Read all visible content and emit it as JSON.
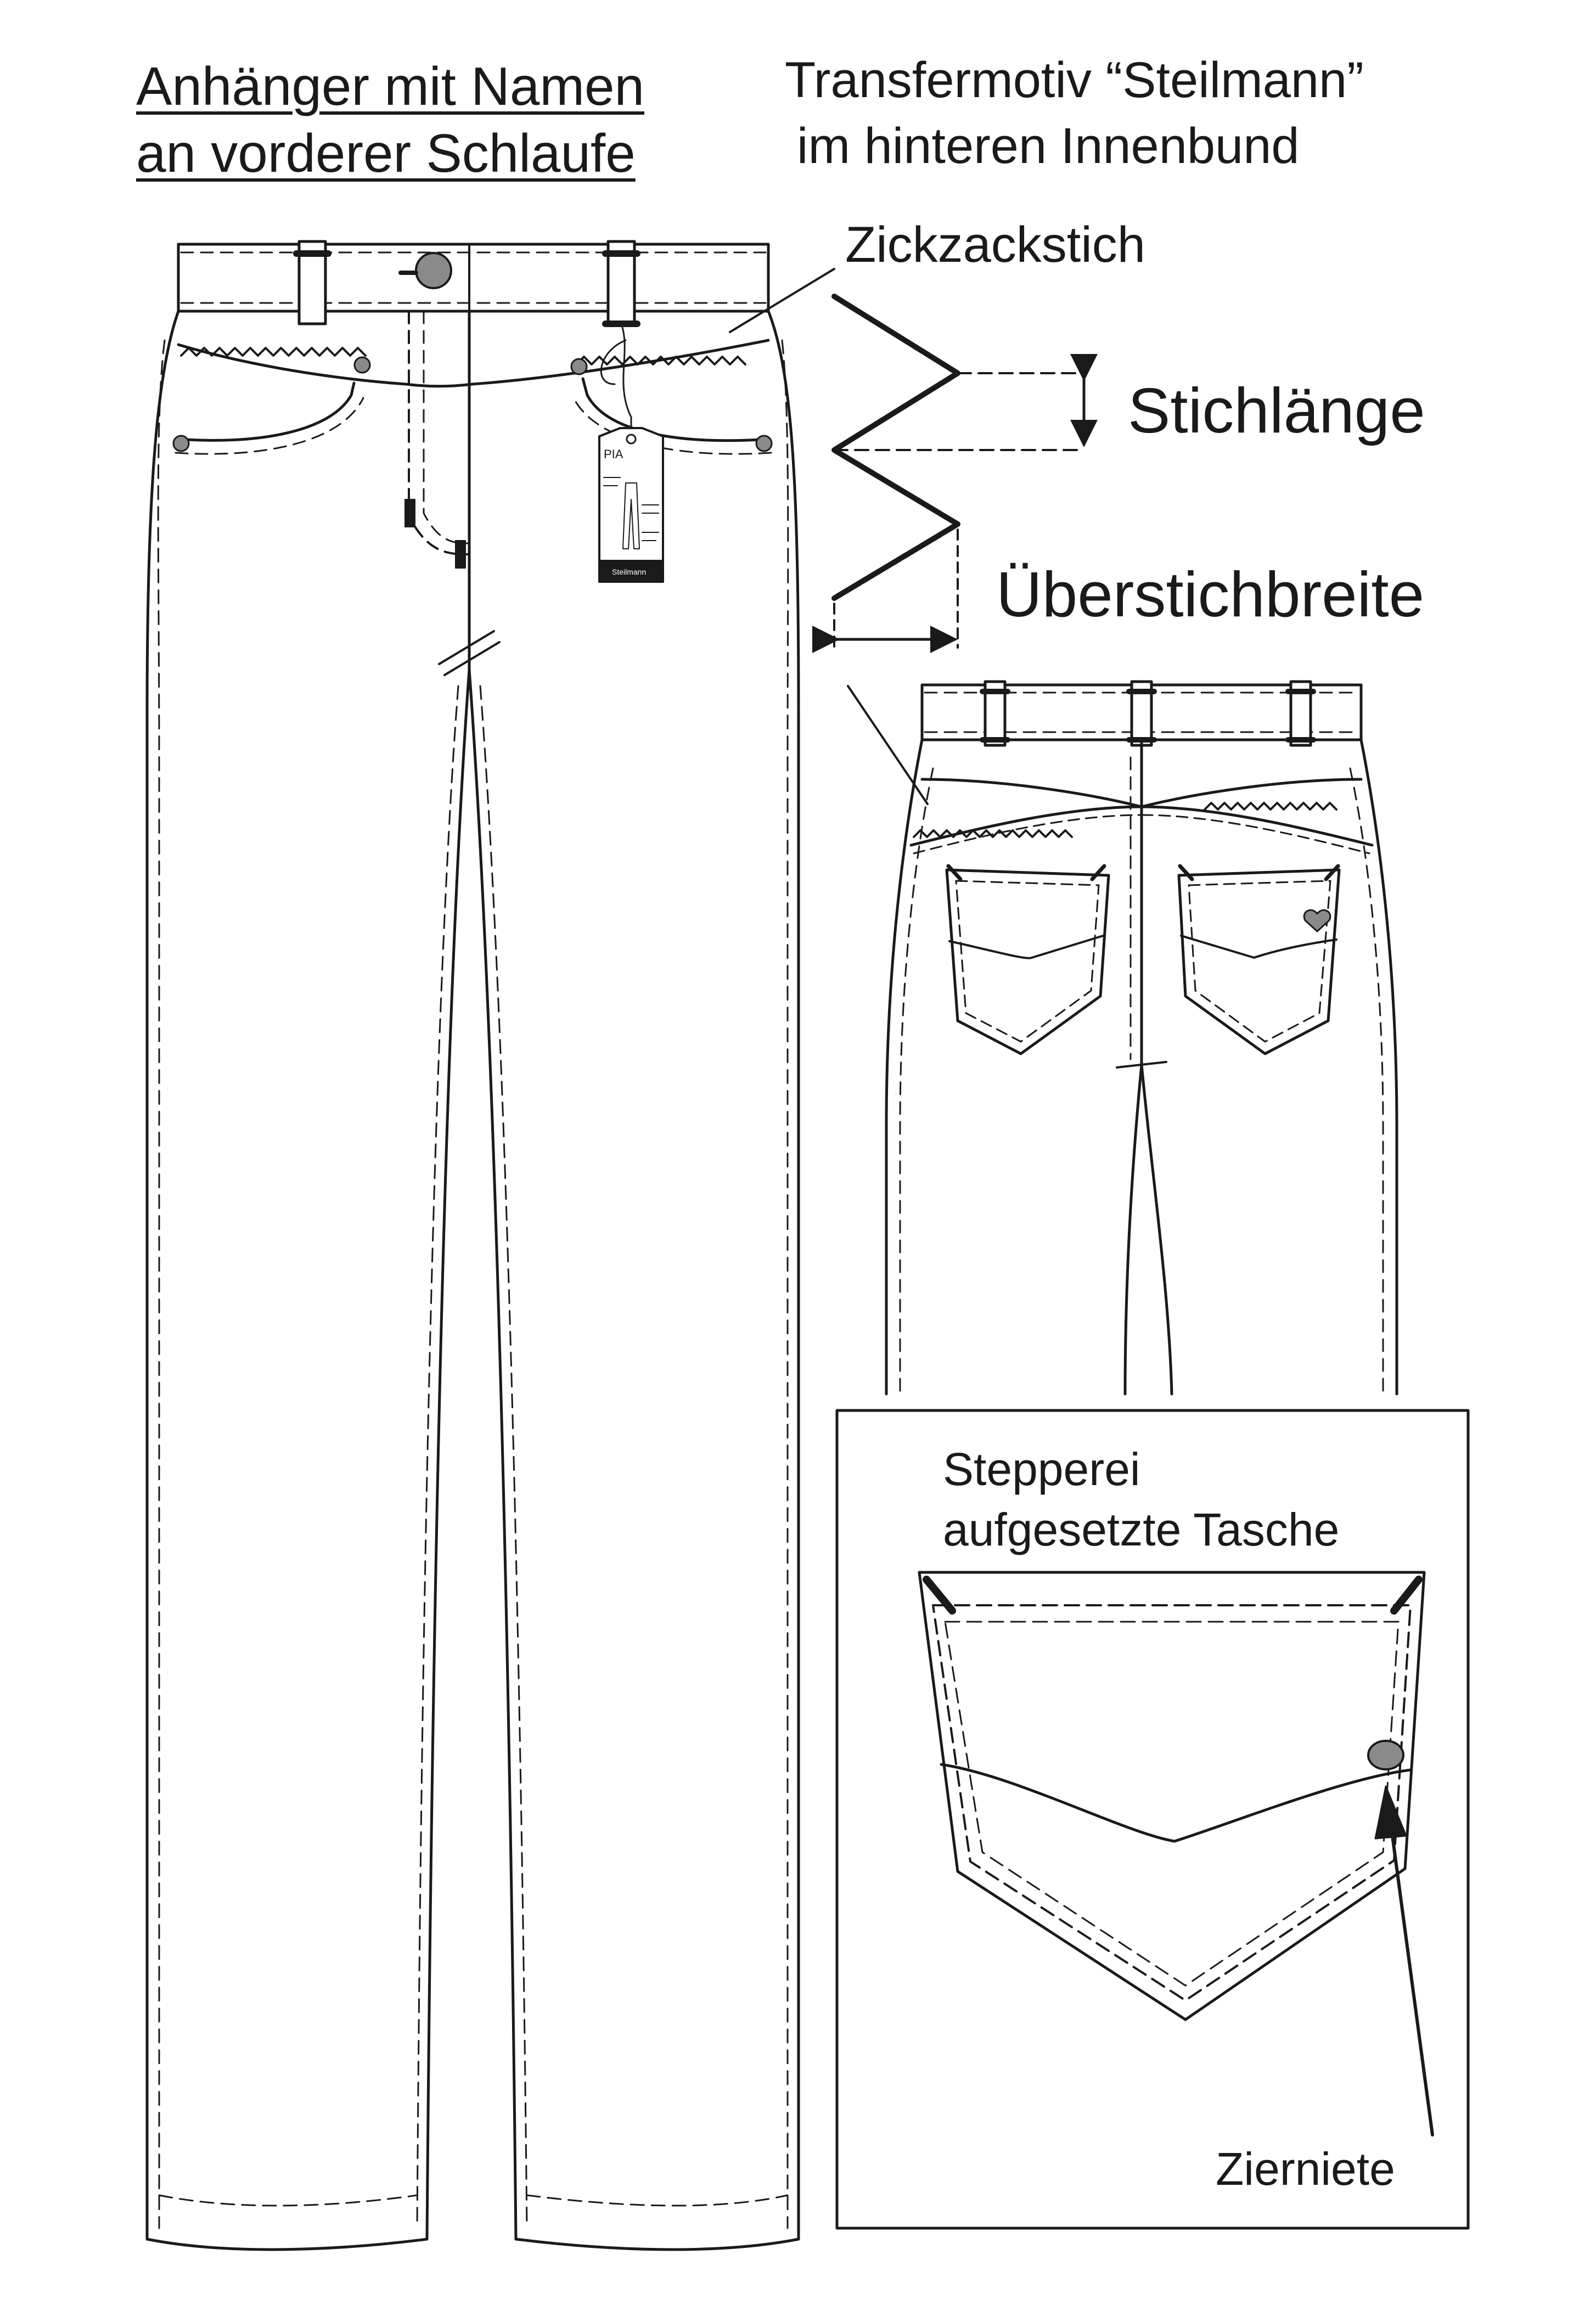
{
  "labels": {
    "tag_line1": "Anhänger mit Namen",
    "tag_line2": "an vorderer Schlaufe",
    "transfer_line1": "Transfermotiv “Steilmann”",
    "transfer_line2": "im hinteren Innenbund",
    "zigzag": "Zickzackstich",
    "stitch_length": "Stichlänge",
    "overstitch_width": "Überstichbreite",
    "detail_line1": "Stepperei",
    "detail_line2": "aufgesetzte Tasche",
    "rivet": "Zierniete"
  },
  "hangtag": {
    "model": "PIA",
    "brand": "Steilmann"
  },
  "colors": {
    "ink": "#1a1a1a",
    "rivet": "#8a8a8a",
    "paper": "#ffffff"
  }
}
